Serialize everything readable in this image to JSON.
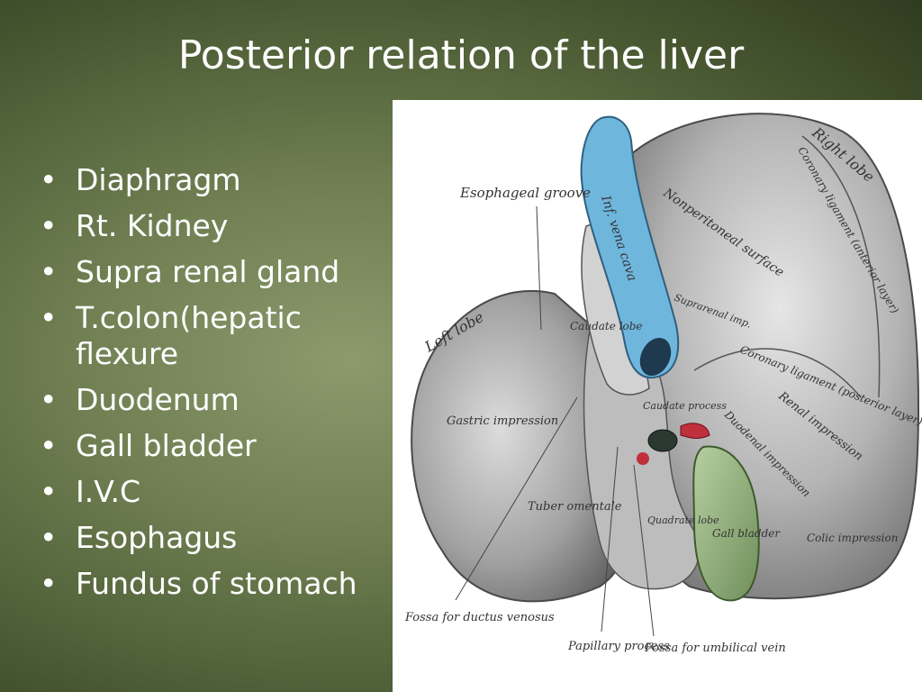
{
  "slide": {
    "title": "Posterior relation of the liver",
    "bullets": [
      "Diaphragm",
      "Rt. Kidney",
      "Supra renal gland",
      "T.colon(hepatic flexure",
      "Duodenum",
      "Gall bladder",
      "I.V.C",
      "Esophagus",
      "Fundus of stomach"
    ]
  },
  "figure": {
    "labels": {
      "esophageal_groove": "Esophageal groove",
      "inf_vena_cava": "Inf. vena cava",
      "nonperitoneal_surface": "Nonperitoneal surface",
      "right_lobe": "Right lobe",
      "coronary_ligament_anterior": "Coronary ligament (anterior layer)",
      "left_lobe": "Left lobe",
      "caudate_lobe": "Caudate lobe",
      "suprarenal_impression": "Suprarenal imp.",
      "coronary_ligament_posterior": "Coronary ligament (posterior layer)",
      "gastric_impression": "Gastric impression",
      "caudate_process": "Caudate process",
      "renal_impression": "Renal impression",
      "duodenal_impression": "Duodenal impression",
      "tuber_omentale": "Tuber omentale",
      "quadrate_lobe": "Quadrate lobe",
      "gall_bladder": "Gall bladder",
      "colic_impression": "Colic impression",
      "fossa_ductus_venosus": "Fossa for ductus venosus",
      "papillary_process": "Papillary process",
      "fossa_umbilical_vein": "Fossa for umbilical vein"
    },
    "colors": {
      "liver": "#a8a8a8",
      "vena_cava": "#6fb6dd",
      "gall_bladder": "#8fae7a",
      "artery": "#c0303c"
    }
  }
}
